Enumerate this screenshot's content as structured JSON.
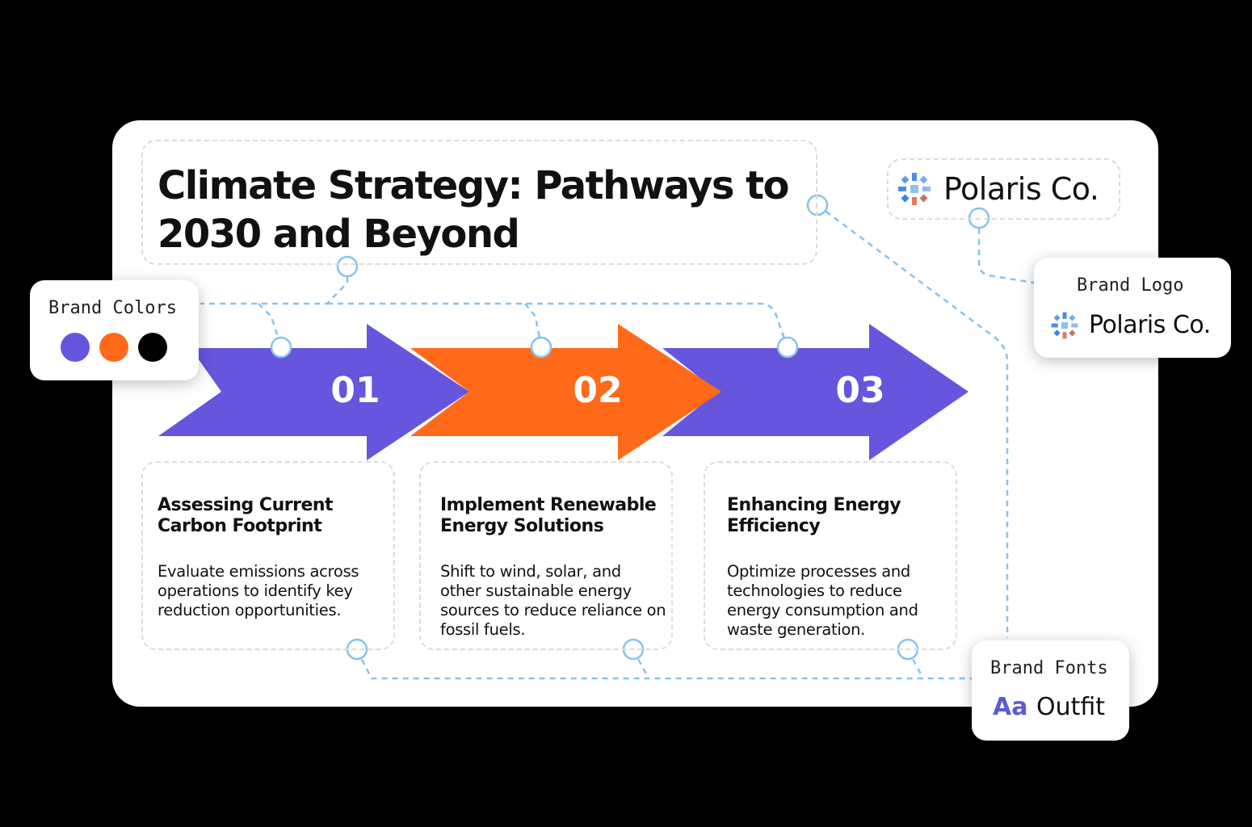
{
  "slide": {
    "title": "Climate Strategy: Pathways to 2030 and Beyond",
    "logo": {
      "icon": "polaris-star-icon",
      "text": "Polaris Co."
    }
  },
  "steps": [
    {
      "number": "01",
      "color": "#6655DD",
      "title": "Assessing Current Carbon Footprint",
      "description": "Evaluate emissions across operations to identify key reduction opportunities."
    },
    {
      "number": "02",
      "color": "#FF6A1A",
      "title": "Implement Renewable Energy Solutions",
      "description": "Shift to wind, solar, and other sustainable energy sources to reduce reliance on fossil fuels."
    },
    {
      "number": "03",
      "color": "#6655DD",
      "title": "Enhancing Energy Efficiency",
      "description": "Optimize processes and technologies to reduce energy consumption and waste generation."
    }
  ],
  "brand_colors": {
    "label": "Brand Colors",
    "colors": [
      "#6655DD",
      "#FF6A1A",
      "#000000"
    ]
  },
  "brand_logo": {
    "label": "Brand Logo",
    "icon": "polaris-star-icon",
    "text": "Polaris Co."
  },
  "brand_fonts": {
    "label": "Brand Fonts",
    "sample": "Aa",
    "font_name": "Outfit"
  },
  "connector_color": "#7FC0EC"
}
